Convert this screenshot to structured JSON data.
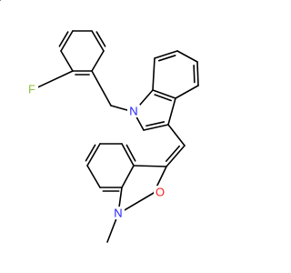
{
  "colors": {
    "bond": "#000000",
    "carbon": "#000000",
    "fluorine": "#90c040",
    "nitrogen": "#2020ff",
    "oxygen": "#ff2020",
    "background": "#ffffff"
  },
  "labels": {
    "fluorine": "F",
    "nitrogen_top": "N",
    "nitrogen_bottom": "N",
    "oxygen": "O"
  }
}
